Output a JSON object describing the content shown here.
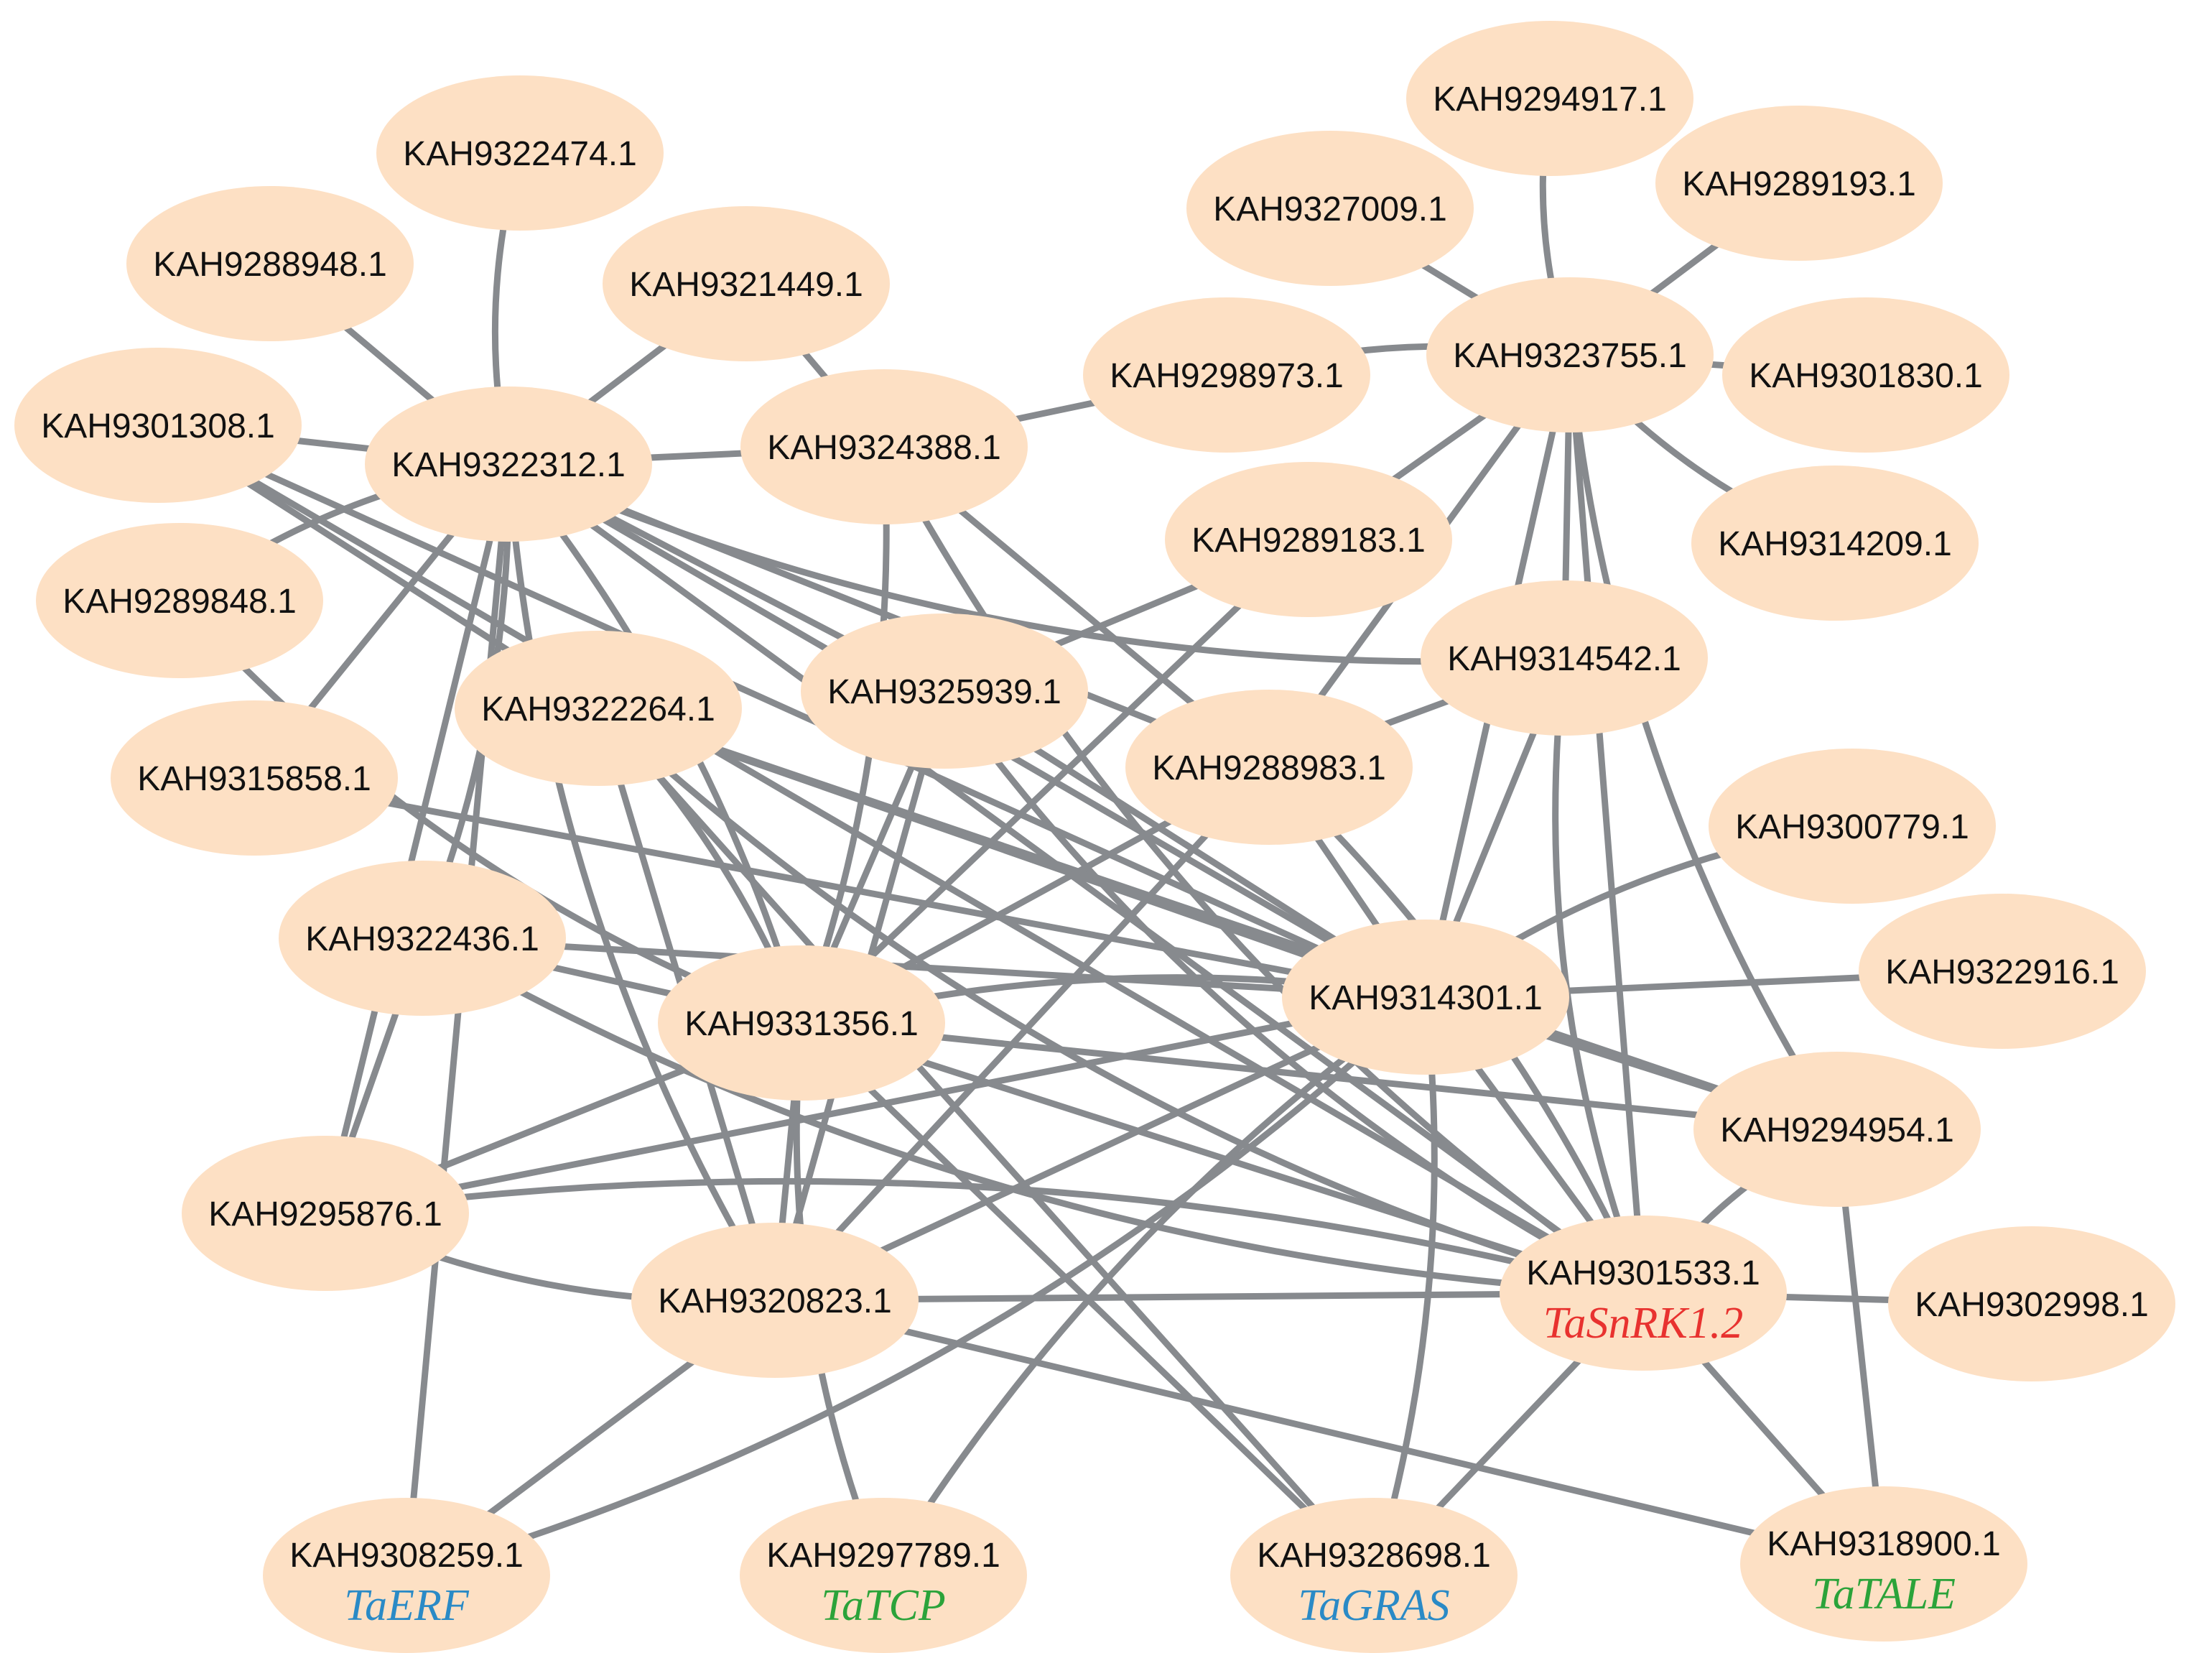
{
  "colors": {
    "node_fill": "#fde0c4",
    "edge": "#878a8e",
    "label": "#111111",
    "annot_red": "#e8322f",
    "annot_blue": "#2a8ac6",
    "annot_green": "#2ba33a"
  },
  "nodes": [
    {
      "id": "KAH9322474.1",
      "label": "KAH9322474.1"
    },
    {
      "id": "KAH9288948.1",
      "label": "KAH9288948.1"
    },
    {
      "id": "KAH9321449.1",
      "label": "KAH9321449.1"
    },
    {
      "id": "KAH9301308.1",
      "label": "KAH9301308.1"
    },
    {
      "id": "KAH9322312.1",
      "label": "KAH9322312.1"
    },
    {
      "id": "KAH9324388.1",
      "label": "KAH9324388.1"
    },
    {
      "id": "KAH9289848.1",
      "label": "KAH9289848.1"
    },
    {
      "id": "KAH9322264.1",
      "label": "KAH9322264.1"
    },
    {
      "id": "KAH9325939.1",
      "label": "KAH9325939.1"
    },
    {
      "id": "KAH9315858.1",
      "label": "KAH9315858.1"
    },
    {
      "id": "KAH9322436.1",
      "label": "KAH9322436.1"
    },
    {
      "id": "KAH9331356.1",
      "label": "KAH9331356.1"
    },
    {
      "id": "KAH9295876.1",
      "label": "KAH9295876.1"
    },
    {
      "id": "KAH9320823.1",
      "label": "KAH9320823.1"
    },
    {
      "id": "KAH9308259.1",
      "label": "KAH9308259.1",
      "annotation": "TaERF",
      "annotation_color": "annot_blue"
    },
    {
      "id": "KAH9297789.1",
      "label": "KAH9297789.1",
      "annotation": "TaTCP",
      "annotation_color": "annot_green"
    },
    {
      "id": "KAH9328698.1",
      "label": "KAH9328698.1",
      "annotation": "TaGRAS",
      "annotation_color": "annot_blue"
    },
    {
      "id": "KAH9318900.1",
      "label": "KAH9318900.1",
      "annotation": "TaTALE",
      "annotation_color": "annot_green"
    },
    {
      "id": "KAH9294917.1",
      "label": "KAH9294917.1"
    },
    {
      "id": "KAH9327009.1",
      "label": "KAH9327009.1"
    },
    {
      "id": "KAH9289193.1",
      "label": "KAH9289193.1"
    },
    {
      "id": "KAH9298973.1",
      "label": "KAH9298973.1"
    },
    {
      "id": "KAH9323755.1",
      "label": "KAH9323755.1"
    },
    {
      "id": "KAH9301830.1",
      "label": "KAH9301830.1"
    },
    {
      "id": "KAH9289183.1",
      "label": "KAH9289183.1"
    },
    {
      "id": "KAH9314209.1",
      "label": "KAH9314209.1"
    },
    {
      "id": "KAH9314542.1",
      "label": "KAH9314542.1"
    },
    {
      "id": "KAH9288983.1",
      "label": "KAH9288983.1"
    },
    {
      "id": "KAH9300779.1",
      "label": "KAH9300779.1"
    },
    {
      "id": "KAH9322916.1",
      "label": "KAH9322916.1"
    },
    {
      "id": "KAH9314301.1",
      "label": "KAH9314301.1"
    },
    {
      "id": "KAH9294954.1",
      "label": "KAH9294954.1"
    },
    {
      "id": "KAH9301533.1",
      "label": "KAH9301533.1",
      "annotation": "TaSnRK1.2",
      "annotation_color": "annot_red"
    },
    {
      "id": "KAH9302998.1",
      "label": "KAH9302998.1"
    }
  ],
  "edges": [
    [
      "KAH9322474.1",
      "KAH9322312.1"
    ],
    [
      "KAH9288948.1",
      "KAH9322312.1"
    ],
    [
      "KAH9321449.1",
      "KAH9322312.1"
    ],
    [
      "KAH9301308.1",
      "KAH9322312.1"
    ],
    [
      "KAH9322312.1",
      "KAH9324388.1"
    ],
    [
      "KAH9322312.1",
      "KAH9289848.1"
    ],
    [
      "KAH9322312.1",
      "KAH9315858.1"
    ],
    [
      "KAH9322312.1",
      "KAH9322436.1"
    ],
    [
      "KAH9322312.1",
      "KAH9295876.1"
    ],
    [
      "KAH9322312.1",
      "KAH9308259.1"
    ],
    [
      "KAH9322312.1",
      "KAH9314542.1"
    ],
    [
      "KAH9322312.1",
      "KAH9325939.1"
    ],
    [
      "KAH9322312.1",
      "KAH9314301.1"
    ],
    [
      "KAH9322312.1",
      "KAH9301533.1"
    ],
    [
      "KAH9322312.1",
      "KAH9331356.1"
    ],
    [
      "KAH9322312.1",
      "KAH9320823.1"
    ],
    [
      "KAH9322312.1",
      "KAH9288983.1"
    ],
    [
      "KAH9324388.1",
      "KAH9298973.1"
    ],
    [
      "KAH9321449.1",
      "KAH9324388.1"
    ],
    [
      "KAH9324388.1",
      "KAH9288983.1"
    ],
    [
      "KAH9324388.1",
      "KAH9301533.1"
    ],
    [
      "KAH9324388.1",
      "KAH9331356.1"
    ],
    [
      "KAH9301308.1",
      "KAH9322264.1"
    ],
    [
      "KAH9301308.1",
      "KAH9314301.1"
    ],
    [
      "KAH9301308.1",
      "KAH9301533.1"
    ],
    [
      "KAH9289848.1",
      "KAH9331356.1"
    ],
    [
      "KAH9315858.1",
      "KAH9314301.1"
    ],
    [
      "KAH9322264.1",
      "KAH9314301.1"
    ],
    [
      "KAH9322264.1",
      "KAH9331356.1"
    ],
    [
      "KAH9322264.1",
      "KAH9320823.1"
    ],
    [
      "KAH9322264.1",
      "KAH9301533.1"
    ],
    [
      "KAH9322264.1",
      "KAH9328698.1"
    ],
    [
      "KAH9322264.1",
      "KAH9294954.1"
    ],
    [
      "KAH9325939.1",
      "KAH9331356.1"
    ],
    [
      "KAH9325939.1",
      "KAH9314301.1"
    ],
    [
      "KAH9325939.1",
      "KAH9301533.1"
    ],
    [
      "KAH9325939.1",
      "KAH9320823.1"
    ],
    [
      "KAH9325939.1",
      "KAH9289183.1"
    ],
    [
      "KAH9322436.1",
      "KAH9314301.1"
    ],
    [
      "KAH9322436.1",
      "KAH9331356.1"
    ],
    [
      "KAH9322436.1",
      "KAH9301533.1"
    ],
    [
      "KAH9322436.1",
      "KAH9295876.1"
    ],
    [
      "KAH9331356.1",
      "KAH9314301.1"
    ],
    [
      "KAH9331356.1",
      "KAH9301533.1"
    ],
    [
      "KAH9331356.1",
      "KAH9320823.1"
    ],
    [
      "KAH9331356.1",
      "KAH9297789.1"
    ],
    [
      "KAH9331356.1",
      "KAH9328698.1"
    ],
    [
      "KAH9331356.1",
      "KAH9295876.1"
    ],
    [
      "KAH9295876.1",
      "KAH9314301.1"
    ],
    [
      "KAH9295876.1",
      "KAH9301533.1"
    ],
    [
      "KAH9295876.1",
      "KAH9320823.1"
    ],
    [
      "KAH9320823.1",
      "KAH9301533.1"
    ],
    [
      "KAH9320823.1",
      "KAH9314301.1"
    ],
    [
      "KAH9320823.1",
      "KAH9308259.1"
    ],
    [
      "KAH9320823.1",
      "KAH9318900.1"
    ],
    [
      "KAH9308259.1",
      "KAH9314301.1"
    ],
    [
      "KAH9297789.1",
      "KAH9314301.1"
    ],
    [
      "KAH9328698.1",
      "KAH9301533.1"
    ],
    [
      "KAH9318900.1",
      "KAH9301533.1"
    ],
    [
      "KAH9318900.1",
      "KAH9294954.1"
    ],
    [
      "KAH9294917.1",
      "KAH9323755.1"
    ],
    [
      "KAH9327009.1",
      "KAH9323755.1"
    ],
    [
      "KAH9289193.1",
      "KAH9323755.1"
    ],
    [
      "KAH9298973.1",
      "KAH9323755.1"
    ],
    [
      "KAH9323755.1",
      "KAH9301830.1"
    ],
    [
      "KAH9323755.1",
      "KAH9314209.1"
    ],
    [
      "KAH9323755.1",
      "KAH9289183.1"
    ],
    [
      "KAH9323755.1",
      "KAH9314542.1"
    ],
    [
      "KAH9323755.1",
      "KAH9288983.1"
    ],
    [
      "KAH9323755.1",
      "KAH9301533.1"
    ],
    [
      "KAH9323755.1",
      "KAH9294954.1"
    ],
    [
      "KAH9323755.1",
      "KAH9314301.1"
    ],
    [
      "KAH9289183.1",
      "KAH9331356.1"
    ],
    [
      "KAH9314542.1",
      "KAH9288983.1"
    ],
    [
      "KAH9314542.1",
      "KAH9314301.1"
    ],
    [
      "KAH9314542.1",
      "KAH9301533.1"
    ],
    [
      "KAH9288983.1",
      "KAH9314301.1"
    ],
    [
      "KAH9288983.1",
      "KAH9301533.1"
    ],
    [
      "KAH9288983.1",
      "KAH9331356.1"
    ],
    [
      "KAH9288983.1",
      "KAH9320823.1"
    ],
    [
      "KAH9300779.1",
      "KAH9314301.1"
    ],
    [
      "KAH9322916.1",
      "KAH9314301.1"
    ],
    [
      "KAH9314301.1",
      "KAH9294954.1"
    ],
    [
      "KAH9314301.1",
      "KAH9301533.1"
    ],
    [
      "KAH9314301.1",
      "KAH9328698.1"
    ],
    [
      "KAH9294954.1",
      "KAH9301533.1"
    ],
    [
      "KAH9294954.1",
      "KAH9331356.1"
    ],
    [
      "KAH9301533.1",
      "KAH9302998.1"
    ]
  ]
}
